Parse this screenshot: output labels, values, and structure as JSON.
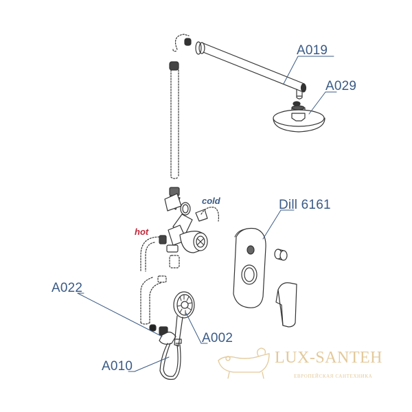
{
  "diagram": {
    "type": "exploded-parts-diagram",
    "subject": "concealed shower system",
    "callouts": [
      {
        "id": "A019",
        "label": "A019",
        "part": "shower-arm"
      },
      {
        "id": "A029",
        "label": "A029",
        "part": "overhead-shower-head"
      },
      {
        "id": "Dill6161",
        "label": "Dill 6161",
        "part": "mixer-trim-plate-and-handle"
      },
      {
        "id": "A022",
        "label": "A022",
        "part": "hose-connector"
      },
      {
        "id": "A002",
        "label": "A002",
        "part": "hand-shower"
      },
      {
        "id": "A010",
        "label": "A010",
        "part": "shower-hose"
      }
    ],
    "inlets": {
      "hot": "hot",
      "cold": "cold"
    },
    "colors": {
      "callout_text": "#3a5a85",
      "hot_text": "#c0283a",
      "cold_text": "#3a5a85",
      "line_art": "#333333",
      "watermark": "#e3c99a"
    }
  },
  "watermark": {
    "brand": "LUX-SANTEH",
    "tagline": "ЕВРОПЕЙСКАЯ САНТЕХНИКА"
  }
}
